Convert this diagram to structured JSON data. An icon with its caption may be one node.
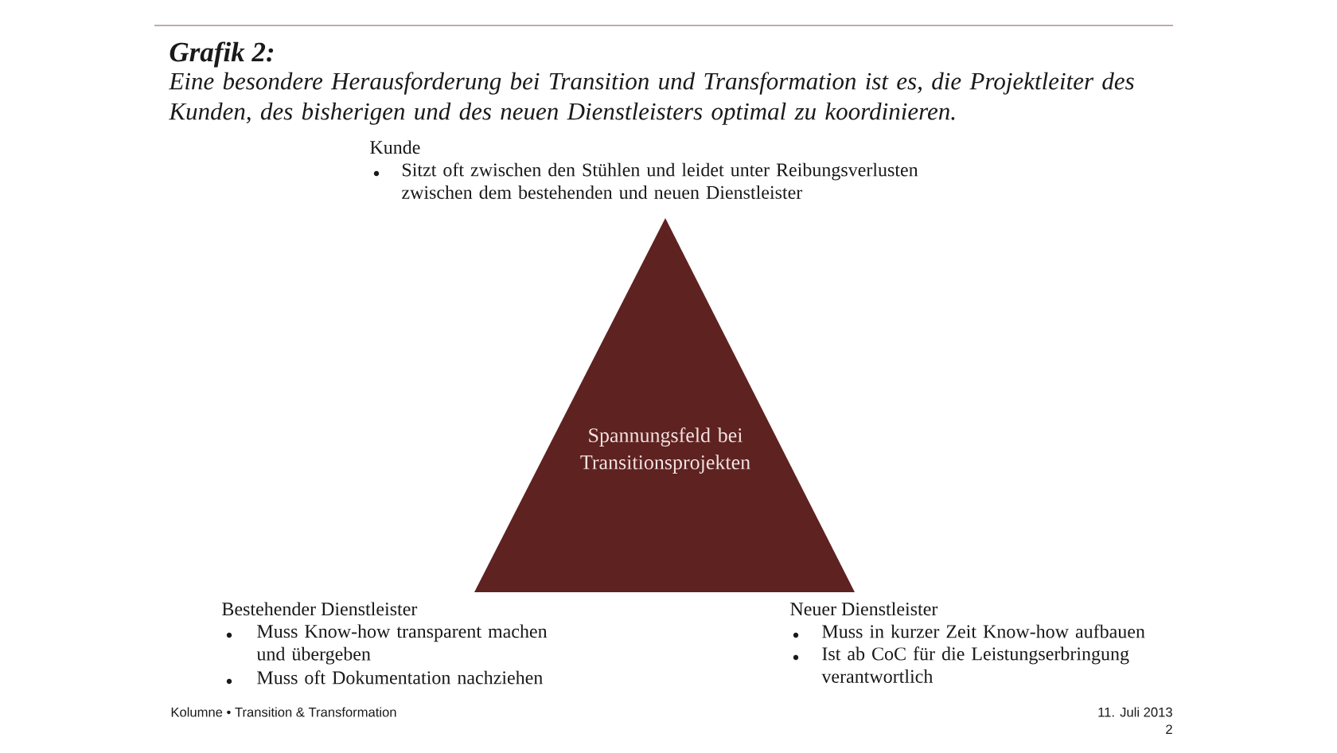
{
  "diagram": {
    "title": "Grafik 2:",
    "nodes": [
      {
        "text": [
          "Spannungsfeld bei Transitionsprojekten"
        ]
      }
    ],
    "labels": [
      "Eine besondere Herausforderung bei Transition und Transformation ist es, die Projektleiter des Kunden, des bisherigen und des neuen Dienstleisters optimal zu koordinieren.",
      "Kunde",
      "Sitzt oft zwischen den Stühlen und leidet unter Reibungsverlusten zwischen dem bestehenden und neuen Dienstleister",
      "Bestehender Dienstleister",
      "Muss Know-how transparent machen und übergeben",
      "Muss oft Dokumentation nachziehen",
      "Neuer Dienstleister",
      "Muss in kurzer Zeit Know-how aufbauen",
      "Ist ab CoC für die Leistungserbringung verantwortlich",
      "Kolumne • Transition & Transformation",
      "11. Juli 2013",
      "2"
    ]
  }
}
